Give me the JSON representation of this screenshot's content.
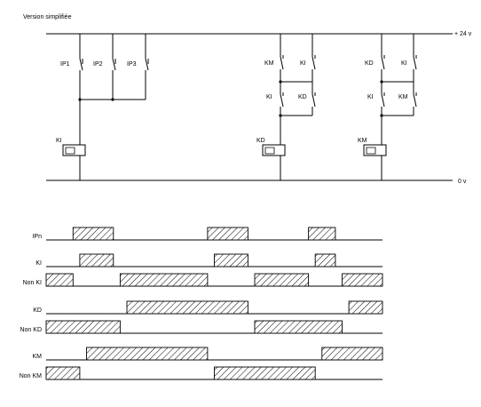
{
  "schematic": {
    "title": "Version simplifiée",
    "rail_top": "+ 24 v",
    "rail_bottom": "0 v",
    "contacts": {
      "ip1": "IP1",
      "ip2": "IP2",
      "ip3": "IP3",
      "km_a": "KM",
      "ki_a": "KI",
      "ki_b": "KI",
      "kd_b": "KD",
      "kd_c": "KD",
      "ki_c": "KI",
      "ki_d": "KI",
      "km_d": "KM"
    },
    "coils": {
      "ki": "KI",
      "kd": "KD",
      "km": "KM"
    }
  },
  "timing": {
    "signals": [
      {
        "label": "IPn",
        "pulses": [
          [
            0.08,
            0.2
          ],
          [
            0.48,
            0.6
          ],
          [
            0.78,
            0.86
          ]
        ]
      },
      {
        "label": "KI",
        "pulses": [
          [
            0.1,
            0.2
          ],
          [
            0.5,
            0.6
          ],
          [
            0.8,
            0.86
          ]
        ]
      },
      {
        "label": "Non KI",
        "pulses": [
          [
            0.0,
            0.08
          ],
          [
            0.22,
            0.48
          ],
          [
            0.62,
            0.78
          ],
          [
            0.88,
            1.0
          ]
        ]
      },
      {
        "label": "KD",
        "pulses": [
          [
            0.24,
            0.6
          ],
          [
            0.9,
            1.0
          ]
        ]
      },
      {
        "label": "Non KD",
        "pulses": [
          [
            0.0,
            0.22
          ],
          [
            0.62,
            0.88
          ]
        ]
      },
      {
        "label": "KM",
        "pulses": [
          [
            0.12,
            0.48
          ],
          [
            0.82,
            1.0
          ]
        ]
      },
      {
        "label": "Non KM",
        "pulses": [
          [
            0.0,
            0.1
          ],
          [
            0.5,
            0.8
          ]
        ]
      }
    ]
  }
}
